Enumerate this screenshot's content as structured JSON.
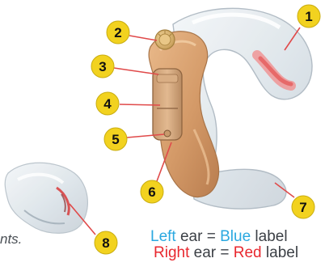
{
  "callouts": [
    {
      "number": "1"
    },
    {
      "number": "2"
    },
    {
      "number": "3"
    },
    {
      "number": "4"
    },
    {
      "number": "5"
    },
    {
      "number": "6"
    },
    {
      "number": "7"
    },
    {
      "number": "8"
    }
  ],
  "caption_fragment": "nts.",
  "legend": {
    "left_word": "Left",
    "left_rest": " ear = ",
    "left_color_word": "Blue",
    "left_tail": " label",
    "right_word": "Right",
    "right_rest": " ear = ",
    "right_color_word": "Red",
    "right_tail": " label"
  },
  "colors": {
    "badge_fill": "#f2d21f",
    "leader_line": "#e04a4a",
    "blue_label": "#2aa8e0",
    "red_label": "#e8282f",
    "shell_tan": "#d8a272",
    "clear_mold": "#e6ebef"
  }
}
